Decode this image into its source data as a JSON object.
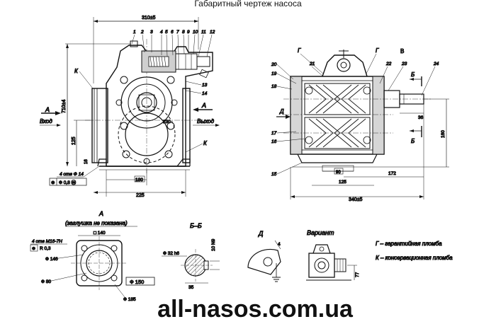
{
  "title": "Габаритный чертеж насоса",
  "watermark": "all-nasos.com.ua",
  "front_view": {
    "dim_overall_width": "310±5",
    "dim_height": "710±4",
    "dim_125": "125",
    "dim_180": "180",
    "dim_225": "225",
    "dim_230": "230",
    "dim_16": "16",
    "label_inlet": "Вход",
    "label_outlet": "Выход",
    "label_A_left": "А",
    "label_A_right": "А",
    "label_K_top": "К",
    "label_K_bottom": "К",
    "holes_note": "4 отв Ф 14",
    "tolerance": "Ф 0,8 ⓜ",
    "callouts": [
      "1",
      "2",
      "3",
      "4",
      "5",
      "6",
      "7",
      "8",
      "9",
      "10",
      "11",
      "12"
    ],
    "callouts_side": [
      "13",
      "14"
    ]
  },
  "side_view": {
    "callouts_left": [
      "20",
      "19",
      "18",
      "17",
      "16",
      "15"
    ],
    "callouts_top": [
      "21",
      "22",
      "23",
      "24"
    ],
    "label_G1": "Г",
    "label_G2": "Г",
    "label_V": "В",
    "label_D": "Д",
    "label_B_top": "Б",
    "label_B_bottom": "Б",
    "dim_36": "36",
    "dim_160": "160",
    "dim_90": "90",
    "dim_172": "172",
    "dim_125": "125",
    "dim_overall": "340±5"
  },
  "detail_A": {
    "title": "А",
    "subtitle": "(заглушка не показана)",
    "dim_square": "□ 140",
    "holes_note": "4 отв М16-7Н",
    "radius": "R 0,3",
    "dia_146": "Ф 146",
    "dia_80": "Ф 80",
    "dia_185": "Ф 185",
    "dia_150": "Ф 150"
  },
  "section_BB": {
    "title": "Б–Б",
    "dia_shaft": "Ф 32 h6",
    "key_width": "10 N9",
    "key_depth": "35"
  },
  "view_D": {
    "title": "Д",
    "dim": "4"
  },
  "variant": {
    "title": "Вариант",
    "dim": "77"
  },
  "legend": [
    "Г – гарантийная пломба",
    "К – консервационная пломба"
  ]
}
